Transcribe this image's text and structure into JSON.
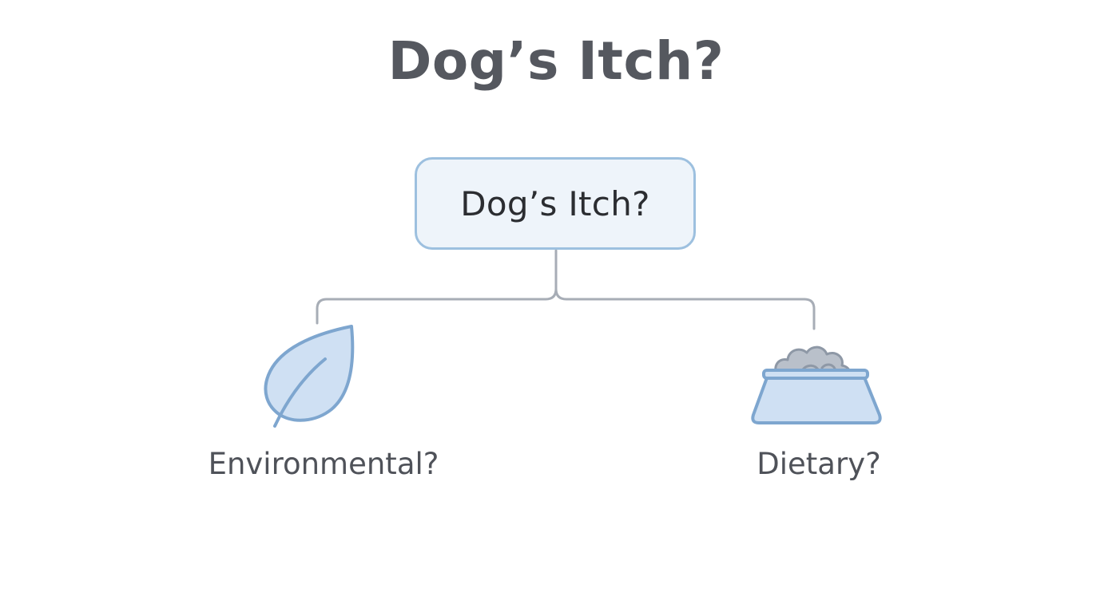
{
  "diagram": {
    "title": "Dog’s Itch?",
    "root": {
      "label": "Dog’s Itch?"
    },
    "branches": [
      {
        "label": "Environmental?",
        "icon": "leaf-icon"
      },
      {
        "label": "Dietary?",
        "icon": "food-bowl-icon"
      }
    ]
  },
  "colors": {
    "title_text": "#55585f",
    "root_border": "#9dc0df",
    "root_fill": "#eef4fa",
    "connector": "#a7adb6",
    "icon_fill": "#cfe0f3",
    "icon_stroke": "#7ea6cf",
    "kibble_fill": "#b9c0ca",
    "kibble_stroke": "#8e98a6",
    "label_text": "#4f5259"
  }
}
